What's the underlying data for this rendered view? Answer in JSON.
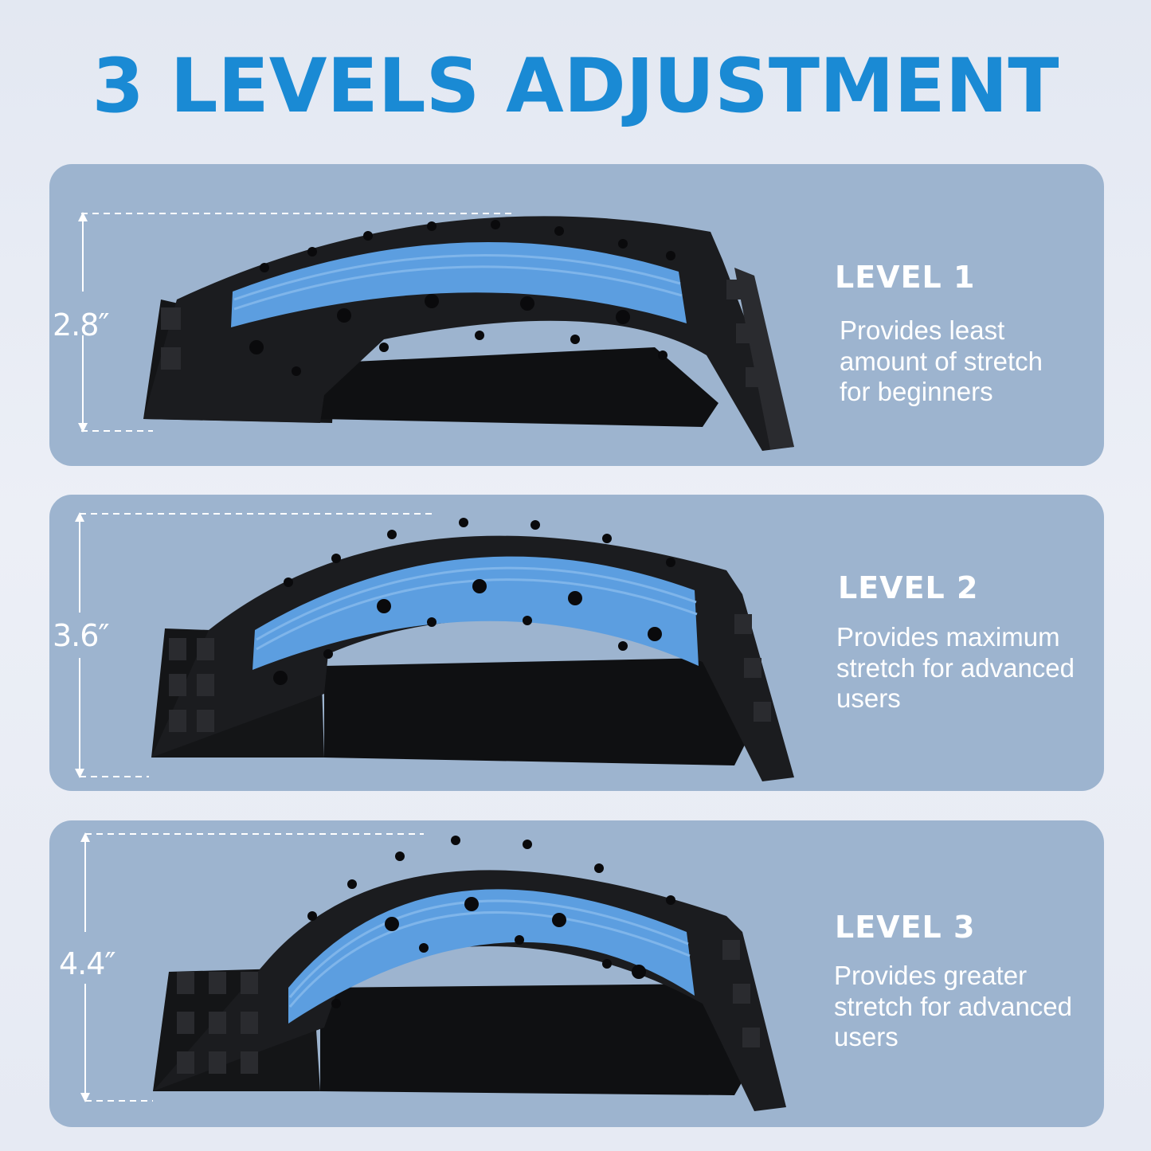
{
  "title": "3 LEVELS ADJUSTMENT",
  "colors": {
    "title": "#1a8ad4",
    "panel": "#9db4cf",
    "pad": "#5c9ee0",
    "body": "#1b1c1f"
  },
  "levels": [
    {
      "label": "LEVEL 1",
      "height": "2.8″",
      "description": "Provides least\namount of stretch\nfor beginners"
    },
    {
      "label": "LEVEL 2",
      "height": "3.6″",
      "description": "Provides maximum\nstretch for advanced\nusers"
    },
    {
      "label": "LEVEL 3",
      "height": "4.4″",
      "description": "Provides greater\nstretch for advanced\nusers"
    }
  ]
}
